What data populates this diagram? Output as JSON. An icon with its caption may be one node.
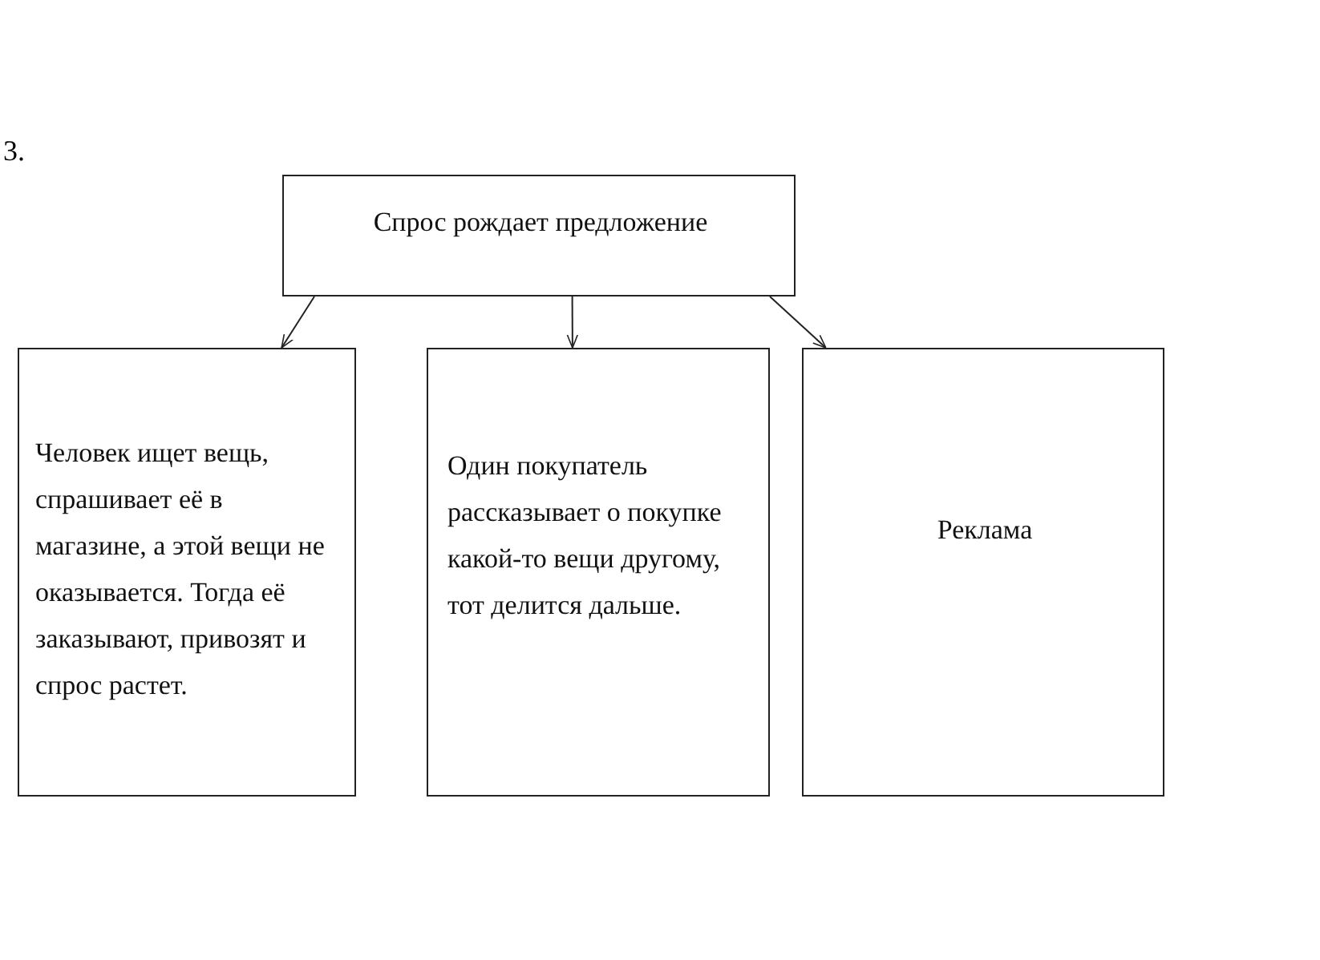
{
  "diagram": {
    "nodes": [
      {
        "text": [
          "Спрос рождает предложение"
        ]
      },
      {
        "text": [
          "Человек ищет вещь, спрашивает её в магазине, а этой вещи не оказывается. Тогда её заказывают, привозят и спрос растет."
        ]
      },
      {
        "text": [
          "Один покупатель рассказывает о покупке какой-то вещи другому, тот делится дальше."
        ]
      },
      {
        "text": [
          "Реклама"
        ]
      }
    ],
    "edges": [
      {
        "from": 0,
        "to": 1,
        "arrow": "to"
      },
      {
        "from": 0,
        "to": 2,
        "arrow": "to"
      },
      {
        "from": 0,
        "to": 3,
        "arrow": "to"
      }
    ],
    "labels": [
      "3."
    ]
  }
}
